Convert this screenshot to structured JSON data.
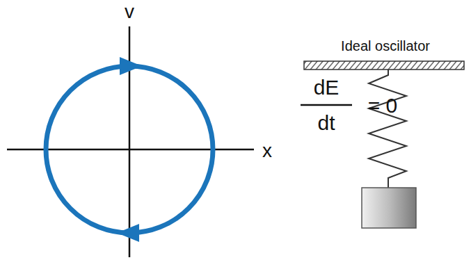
{
  "diagram": {
    "labels": [
      "v",
      "x",
      "dE",
      "dt",
      "= 0",
      "Ideal oscillator"
    ]
  }
}
